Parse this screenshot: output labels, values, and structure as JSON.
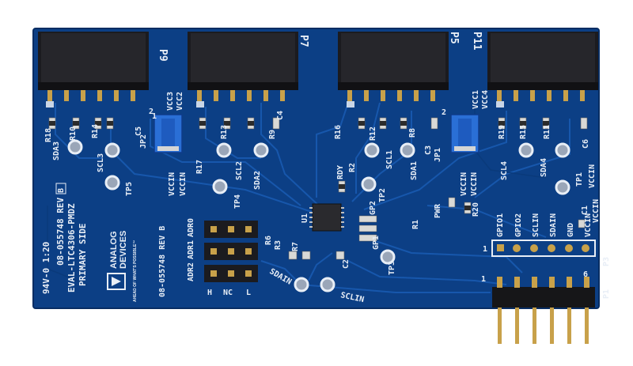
{
  "board": {
    "title_line1": "08-055748 REV",
    "rev_box": "B",
    "title_line2": "EVAL-LTC4306-PMDZ",
    "title_line3": "PRIMARY SIDE",
    "flammability": "94V-0 1:20",
    "bottom_part": "08-055748 REV B",
    "colors": {
      "pcb": "#0c3f85",
      "pcb_dark": "#0a2f66",
      "silk": "#e8eef6",
      "jumper_blue": "#2a6fd6",
      "gold": "#c8a14a"
    }
  },
  "logo": {
    "line1": "ANALOG",
    "line2": "DEVICES",
    "tagline": "AHEAD OF WHAT'S POSSIBLE™",
    "icon": "analog-devices-triangle-icon"
  },
  "headers": {
    "p9": "P9",
    "p7": "P7",
    "p5": "P5",
    "p11": "P11",
    "p1": "P1",
    "p3": "P3"
  },
  "labels": {
    "r18": "R18",
    "r10": "R10",
    "r14": "R14",
    "c5": "C5",
    "vcc3": "VCC3",
    "vcc2": "VCC2",
    "jp2": "JP2",
    "jp2_pin1": "1",
    "jp2_pin2": "2",
    "vccin_a": "VCCIN",
    "vccin_b": "VCCIN",
    "r17": "R17",
    "r13": "R13",
    "r9": "R9",
    "c4": "C4",
    "sda3": "SDA3",
    "scl3": "SCL3",
    "tp5": "TP5",
    "scl2": "SCL2",
    "sda2": "SDA2",
    "tp4": "TP4",
    "r16": "R16",
    "rdy": "RDY",
    "r2": "R2",
    "r12": "R12",
    "r8": "R8",
    "c3": "C3",
    "scl1": "SCL1",
    "sda1": "SDA1",
    "jp1": "JP1",
    "tp2": "TP2",
    "vcc1": "VCC1",
    "vcc4": "VCC4",
    "jp1_pin2": "2",
    "vccin_c": "VCCIN",
    "vccin_d": "VCCIN",
    "r19": "R19",
    "r15": "R15",
    "r11": "R11",
    "c6": "C6",
    "scl4": "SCL4",
    "sda4": "SDA4",
    "tp1": "TP1",
    "vccin_e": "VCCIN",
    "u1": "U1",
    "gp2": "GP2",
    "gp1": "GP1",
    "r1": "R1",
    "r6": "R6",
    "r3": "R3",
    "r7": "R7",
    "c2": "C2",
    "tp3": "TP3",
    "pwr": "PWR",
    "r20": "R20",
    "c1": "C1",
    "vccin_f": "VCCIN",
    "adr0": "ADR0",
    "adr1": "ADR1",
    "adr2": "ADR2",
    "h": "H",
    "nc": "NC",
    "l": "L",
    "sdain": "SDAIN",
    "sclin": "SCLIN",
    "p3_pin1": "1",
    "p1_pin1": "1",
    "p1_pin6": "6",
    "gpio1": "GPIO1",
    "gpio2": "GPIO2",
    "sclin_p3": "SCLIN",
    "sdain_p3": "SDAIN",
    "gnd": "GND",
    "vccin_p3": "VCCIN"
  }
}
